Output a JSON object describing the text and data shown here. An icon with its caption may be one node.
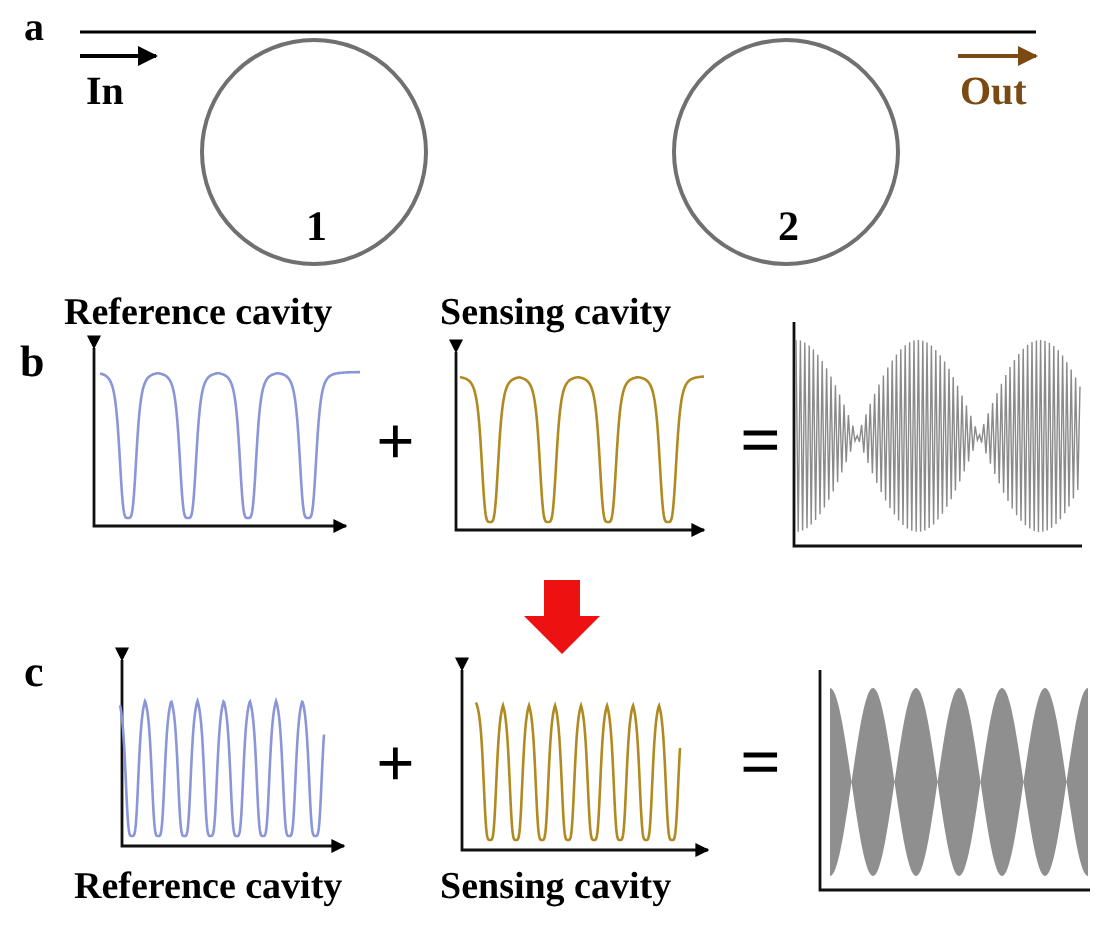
{
  "diagram": {
    "nodes": [
      {
        "text": [
          "1"
        ]
      },
      {
        "text": [
          "2"
        ]
      }
    ],
    "labels": [
      "a",
      "In",
      "Out",
      "b",
      "Reference cavity",
      "Sensing cavity",
      "+",
      "=",
      "c",
      "+",
      "=",
      "Reference cavity",
      "Sensing cavity"
    ]
  }
}
